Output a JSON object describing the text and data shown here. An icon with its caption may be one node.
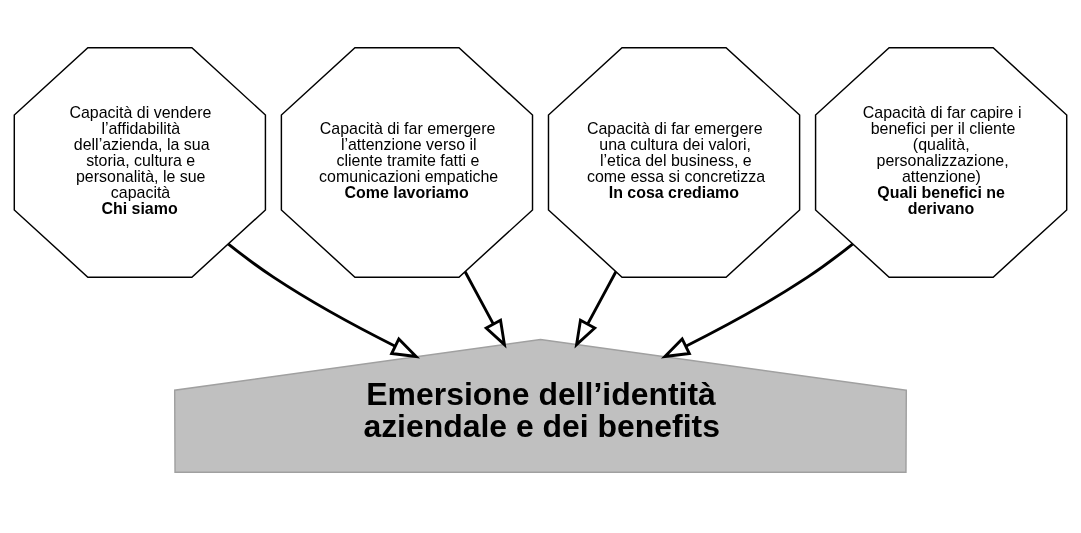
{
  "diagram": {
    "nodes": [
      {
        "text": [
          "Capacità di vendere l’affidabilità dell’azienda, la sua storia, cultura e personalità, le sue capacità",
          "Chi siamo"
        ]
      },
      {
        "text": [
          "Capacità di far emergere l’attenzione verso il cliente tramite fatti e comunicazioni empatiche",
          "Come lavoriamo"
        ]
      },
      {
        "text": [
          "Capacità di far emergere una cultura dei valori, l’etica del business, e come essa si concretizza",
          "In cosa crediamo"
        ]
      },
      {
        "text": [
          "Capacità di far capire i benefici per il cliente (qualità, personalizzazione, attenzione)",
          "Quali benefici ne derivano"
        ]
      },
      {
        "text": [
          "Emersione dell’identità aziendale e dei benefits"
        ]
      }
    ],
    "edges": [
      {
        "from": 0,
        "to": 4,
        "arrow": "to"
      },
      {
        "from": 1,
        "to": 4,
        "arrow": "to"
      },
      {
        "from": 2,
        "to": 4,
        "arrow": "to"
      },
      {
        "from": 3,
        "to": 4,
        "arrow": "to"
      }
    ]
  }
}
